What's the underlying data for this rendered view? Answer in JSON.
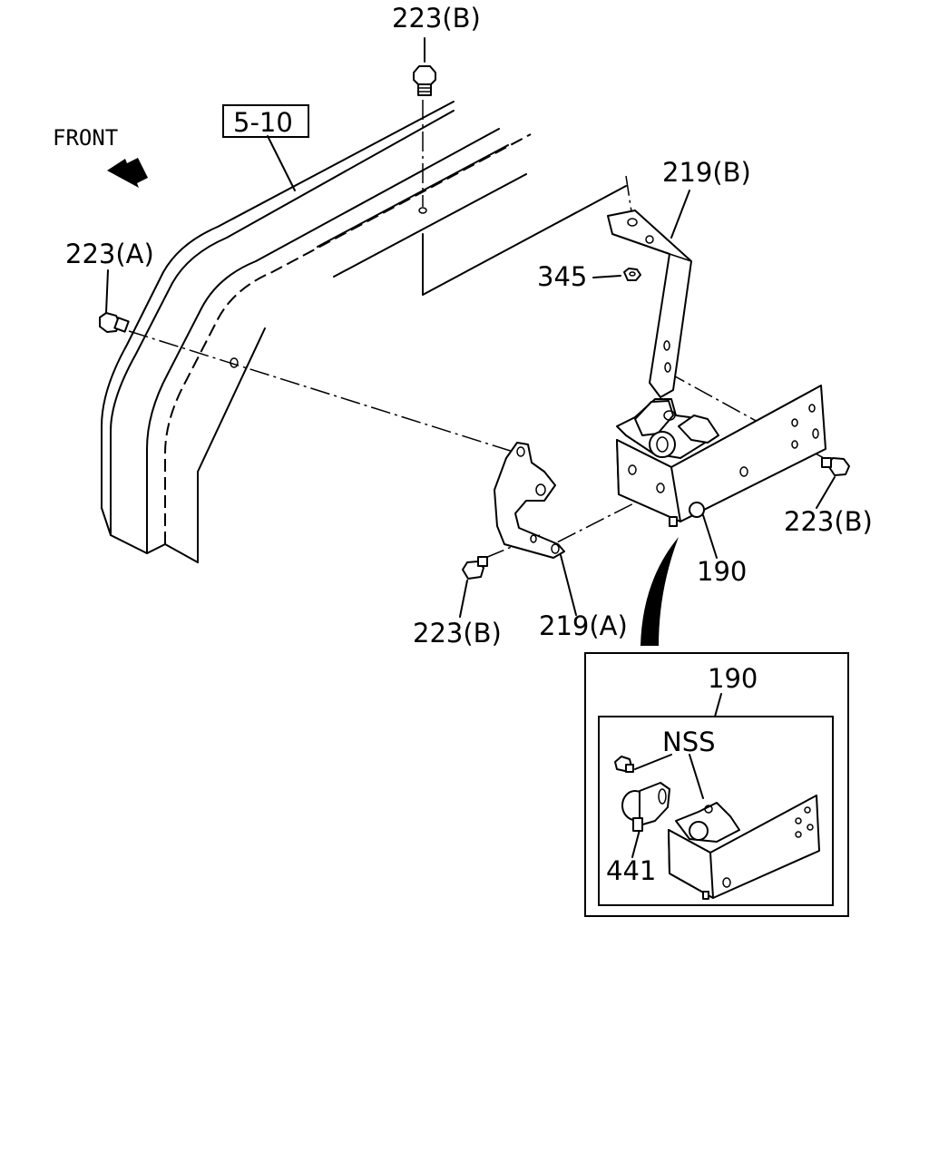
{
  "labels": {
    "front": "FRONT",
    "ref_5_10": "5-10",
    "bolt_top": "223(B)",
    "bolt_left": "223(A)",
    "bracket_b": "219(B)",
    "nut": "345",
    "bolt_right": "223(B)",
    "part_190": "190",
    "bracket_a": "219(A)",
    "bolt_bottom": "223(B)",
    "inset_190": "190",
    "nss": "NSS",
    "part_441": "441"
  }
}
